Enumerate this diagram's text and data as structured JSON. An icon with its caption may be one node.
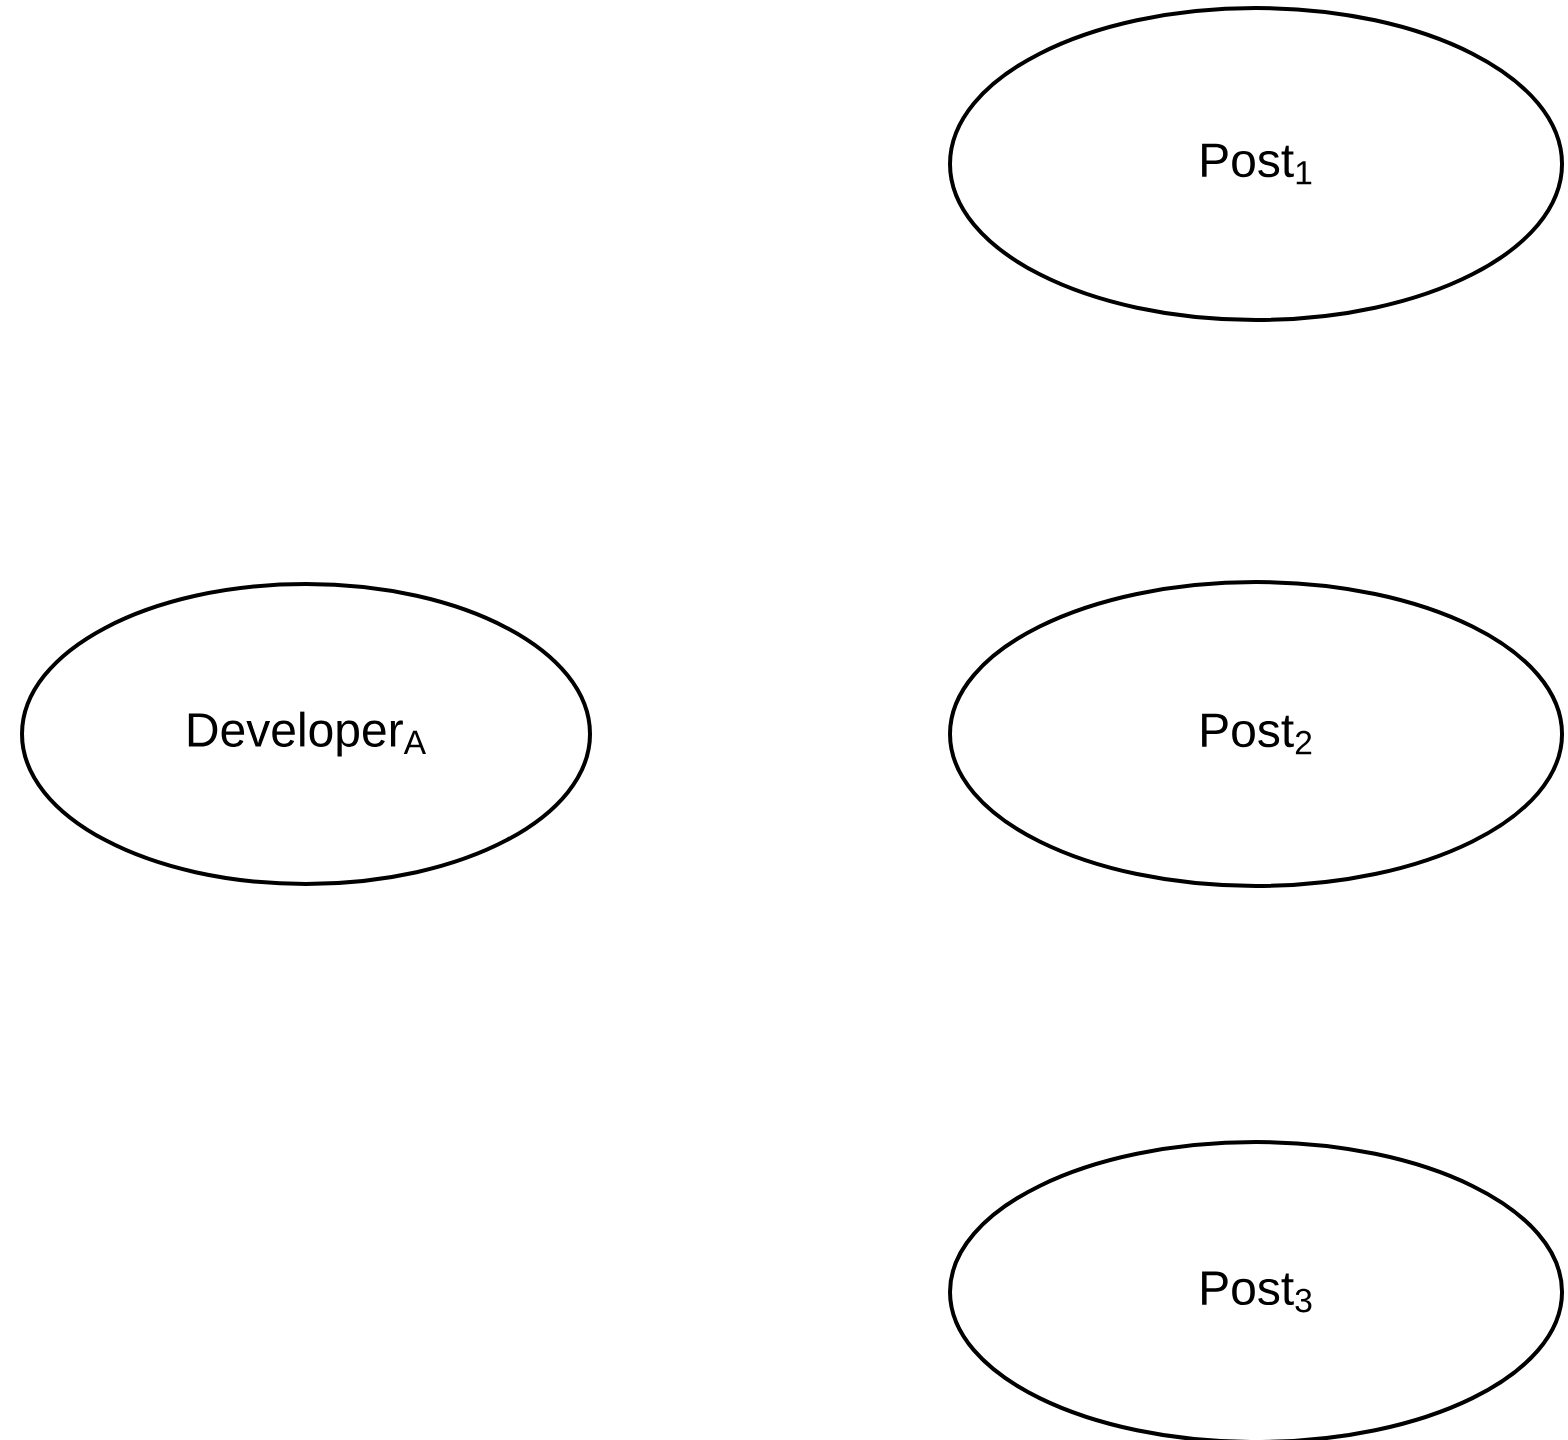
{
  "diagram": {
    "nodes": [
      {
        "text": [
          "Post$_{1}$"
        ]
      },
      {
        "text": [
          "Developer$_{A}$"
        ]
      },
      {
        "text": [
          "Post$_{2}$"
        ]
      },
      {
        "text": [
          "Post$_{3}$"
        ]
      }
    ]
  }
}
